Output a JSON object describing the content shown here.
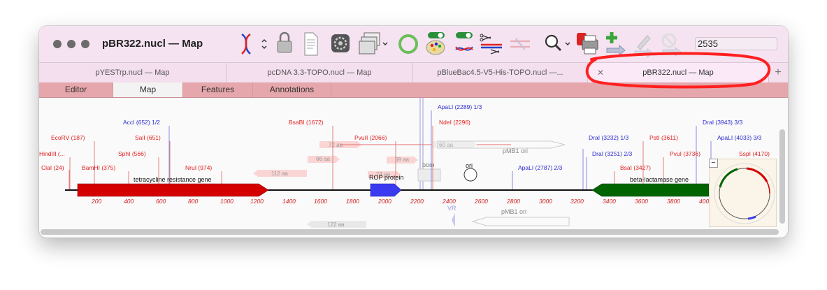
{
  "window": {
    "title": "pBR322.nucl — Map",
    "goto_value": "2535"
  },
  "toolbar": {
    "icons": [
      "dna-icon",
      "chevron-updown-icon",
      "lock-icon",
      "document-icon",
      "system-prefs-icon",
      "windows-icon",
      "circle-icon",
      "palette-icon",
      "dna-toggle-icon",
      "scissors-icon",
      "enzyme-icon",
      "search-icon",
      "print-icon",
      "add-icon",
      "edit-icon",
      "disable-icon"
    ]
  },
  "tabs": [
    {
      "label": "pYESTrp.nucl — Map"
    },
    {
      "label": "pcDNA 3.3-TOPO.nucl — Map"
    },
    {
      "label": "pBlueBac4.5-V5-His-TOPO.nucl —..."
    },
    {
      "label": "pBR322.nucl — Map"
    }
  ],
  "view_tabs": [
    {
      "label": "Editor"
    },
    {
      "label": "Map"
    },
    {
      "label": "Features"
    },
    {
      "label": "Annotations"
    }
  ],
  "map": {
    "ruler": [
      "200",
      "400",
      "600",
      "800",
      "1000",
      "1200",
      "1400",
      "1600",
      "1800",
      "2000",
      "2200",
      "2400",
      "2600",
      "2800",
      "3000",
      "3200",
      "3400",
      "3600",
      "3800",
      "400"
    ],
    "sites": [
      {
        "label": "ClaI (24)",
        "color": "#e02020"
      },
      {
        "label": "HindIII (...",
        "color": "#e02020"
      },
      {
        "label": "EcoRV (187)",
        "color": "#e02020"
      },
      {
        "label": "BamHI (375)",
        "color": "#e02020"
      },
      {
        "label": "SphI (566)",
        "color": "#e02020"
      },
      {
        "label": "AccI (652) 1/2",
        "color": "#2b2bd0"
      },
      {
        "label": "SalI (651)",
        "color": "#e02020"
      },
      {
        "label": "NruI (974)",
        "color": "#e02020"
      },
      {
        "label": "BsaBI (1672)",
        "color": "#e02020"
      },
      {
        "label": "PvuII (2066)",
        "color": "#e02020"
      },
      {
        "label": "ApaLI (2289) 1/3",
        "color": "#2b2bd0"
      },
      {
        "label": "NdeI (2296)",
        "color": "#e02020"
      },
      {
        "label": "ApaLI (2787) 2/3",
        "color": "#2b2bd0"
      },
      {
        "label": "DraI (3232) 1/3",
        "color": "#2b2bd0"
      },
      {
        "label": "DraI (3251) 2/3",
        "color": "#2b2bd0"
      },
      {
        "label": "BsaI (3427)",
        "color": "#e02020"
      },
      {
        "label": "PstI (3611)",
        "color": "#e02020"
      },
      {
        "label": "PvuI (3736)",
        "color": "#e02020"
      },
      {
        "label": "DraI (3943) 3/3",
        "color": "#2b2bd0"
      },
      {
        "label": "ApaLI (4033) 3/3",
        "color": "#2b2bd0"
      },
      {
        "label": "SspI (4170)",
        "color": "#e02020"
      }
    ],
    "features": {
      "tet": "tetracycline resistance gene",
      "rop": "ROP protein",
      "bla": "beta-lactamase gene",
      "bom": "bom",
      "ori": "ori",
      "pmb1_top": "pMB1 ori",
      "pmb1_bottom": "pMB1 ori",
      "vr": "VR"
    },
    "orfs": [
      "72 aa",
      "66 aa",
      "112 aa",
      "69 aa",
      "74 aa",
      "60 aa",
      "122 aa"
    ]
  },
  "colors": {
    "tet": "#d40000",
    "rop": "#3a3af0",
    "bla": "#006400",
    "highlight": "#ff2020"
  }
}
